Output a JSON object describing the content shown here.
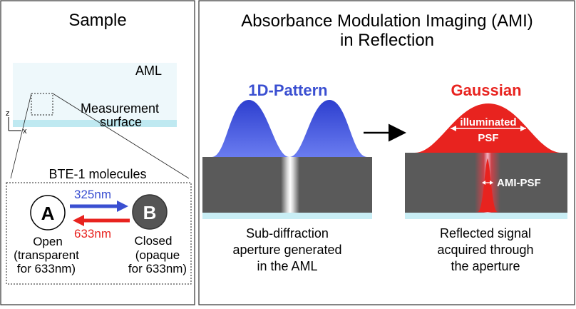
{
  "left_panel": {
    "title": "Sample",
    "aml_label": "AML",
    "measurement_surface": [
      "Measurement",
      "surface"
    ],
    "axis_z": "z",
    "axis_x": "x",
    "molecules_title": "BTE-1 molecules",
    "state_a": {
      "letter": "A",
      "name": "Open",
      "desc": [
        "(transparent",
        "for 633nm)"
      ]
    },
    "state_b": {
      "letter": "B",
      "name": "Closed",
      "desc": [
        "(opaque",
        "for 633nm)"
      ]
    },
    "forward_wavelength": "325nm",
    "reverse_wavelength": "633nm"
  },
  "right_panel": {
    "title": [
      "Absorbance Modulation Imaging (AMI)",
      "in Reflection"
    ],
    "pattern_label": "1D-Pattern",
    "gaussian_label": "Gaussian",
    "illuminated_psf": [
      "illuminated",
      "PSF"
    ],
    "ami_psf": "AMI-PSF",
    "caption_left": [
      "Sub-diffraction",
      "aperture generated",
      "in the AML"
    ],
    "caption_right": [
      "Reflected signal",
      "acquired through",
      "the aperture"
    ]
  },
  "colors": {
    "blue_beam": "#3a4fd1",
    "red_beam": "#e8231f",
    "aml_gray": "#5a5a5a",
    "substrate_cyan": "#c9eef5"
  }
}
